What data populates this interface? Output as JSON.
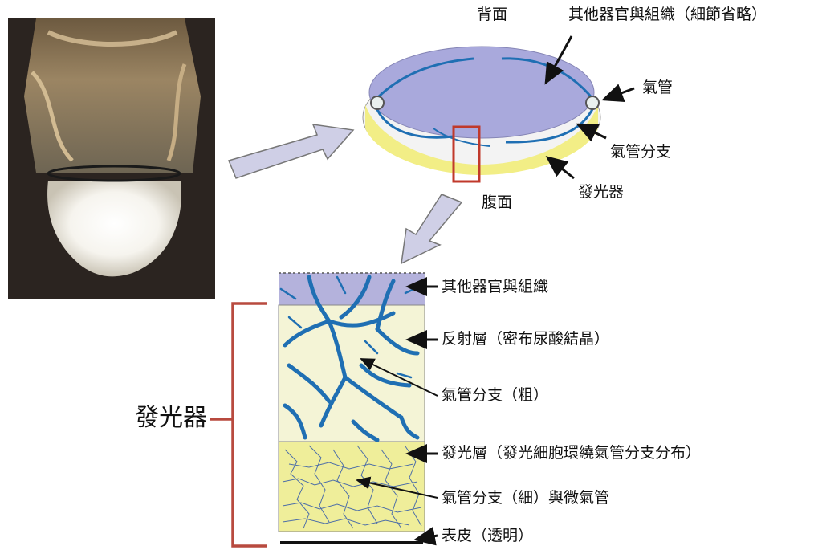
{
  "colors": {
    "dorsal_fill": "#a9a9dc",
    "ventral_fill": "#f2ee86",
    "trachea_blue": "#1f6fb3",
    "bracket_red": "#b84a3f",
    "arrow_gray": "#cfcfe6",
    "upper_layer": "#f4f4d6",
    "light_layer": "#efee9a",
    "top_layer": "#b4b2dc"
  },
  "labels": {
    "dorsal": "背面",
    "other_organs_top": "其他器官與組織（細節省略）",
    "trachea": "氣管",
    "trachea_branch": "氣管分支",
    "lantern_top": "發光器",
    "ventral": "腹面",
    "other_organs": "其他器官與組織",
    "reflective_layer": "反射層（密布尿酸結晶）",
    "branch_thick": "氣管分支（粗）",
    "photogenic_layer": "發光層（發光細胞環繞氣管分支分布）",
    "branch_thin": "氣管分支（細）與微氣管",
    "cuticle": "表皮（透明）",
    "lantern_big": "發光器"
  },
  "photo": {
    "subject": "firefly-abdomen-glowing-lantern"
  },
  "icons": [
    "arrow-icon",
    "pointer-arrow-icon",
    "bracket-icon"
  ]
}
